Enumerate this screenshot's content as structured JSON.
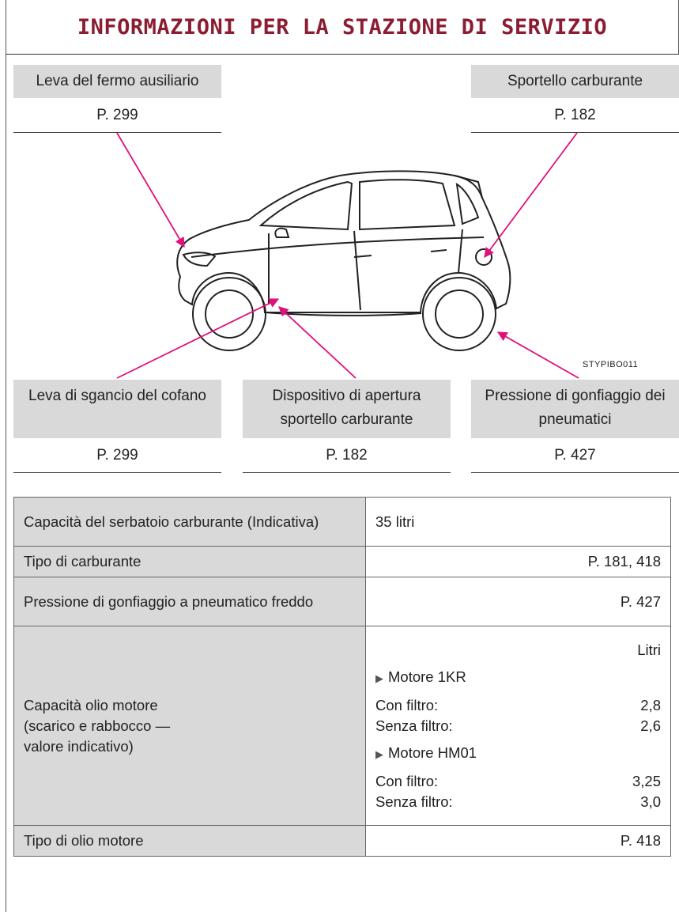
{
  "title": "INFORMAZIONI PER LA STAZIONE DI SERVIZIO",
  "figure_code": "STYPIBO011",
  "callouts": {
    "hood_lock_lever": {
      "label": "Leva del fermo ausiliario",
      "page": "P. 299"
    },
    "fuel_door": {
      "label": "Sportello carburante",
      "page": "P. 182"
    },
    "hood_release": {
      "label": "Leva di sgancio del cofano",
      "page": "P. 299"
    },
    "fuel_door_opener": {
      "label": "Dispositivo di apertura sportello carburante",
      "page": "P. 182"
    },
    "tire_pressure": {
      "label": "Pressione di gonfiaggio dei pneumatici",
      "page": "P. 427"
    }
  },
  "table": {
    "fuel_capacity": {
      "label": "Capacità del serbatoio carburante (Indicativa)",
      "value": "35 litri"
    },
    "fuel_type": {
      "label": "Tipo di carburante",
      "value": "P. 181, 418"
    },
    "cold_tire_pressure": {
      "label": "Pressione di gonfiaggio a pneumatico freddo",
      "value": "P. 427"
    },
    "oil_capacity": {
      "label_line1": "Capacità olio motore",
      "label_line2": "(scarico e rabbocco —",
      "label_line3": "valore indicativo)",
      "unit": "Litri",
      "engine1": "Motore 1KR",
      "engine1_with_filter_label": "Con filtro:",
      "engine1_with_filter_value": "2,8",
      "engine1_without_filter_label": "Senza filtro:",
      "engine1_without_filter_value": "2,6",
      "engine2": "Motore HM01",
      "engine2_with_filter_label": "Con filtro:",
      "engine2_with_filter_value": "3,25",
      "engine2_without_filter_label": "Senza filtro:",
      "engine2_without_filter_value": "3,0"
    },
    "oil_type": {
      "label": "Tipo di olio motore",
      "value": "P. 418"
    }
  },
  "colors": {
    "title": "#8b1d33",
    "arrow": "#e0107a",
    "label_bg": "#d9d9d9"
  }
}
